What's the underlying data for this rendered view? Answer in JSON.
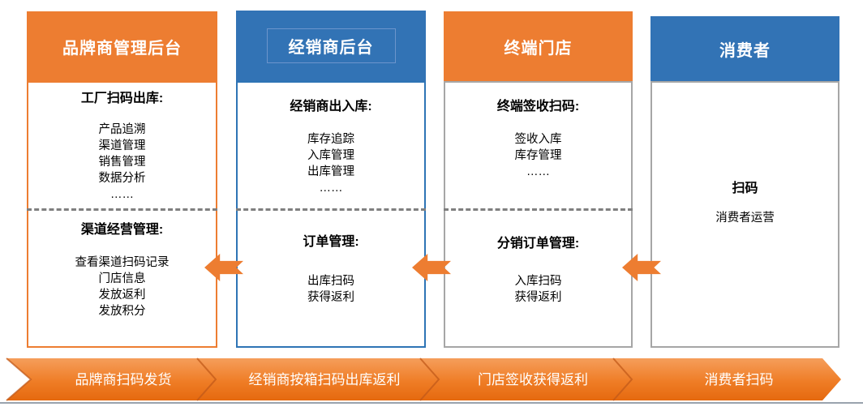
{
  "palette": {
    "orange": "#ED7D31",
    "blue_header": "#3273B5",
    "blue_border": "#2E74B5",
    "gray_border": "#A6A6A6",
    "dashed_divider": "#7F7F7F",
    "banner_gradient_top": "#F59E5B",
    "banner_gradient_bottom": "#E5690F",
    "banner_bevel": "#C1591A",
    "bottom_line": "#99A3AD"
  },
  "columns": [
    {
      "header": "品牌商管理后台",
      "sections": [
        {
          "title": "工厂扫码出库:",
          "items": [
            "产品追溯",
            "渠道管理",
            "销售管理",
            "数据分析",
            "……"
          ]
        },
        {
          "title": "渠道经营管理:",
          "items": [
            "查看渠道扫码记录",
            "门店信息",
            "发放返利",
            "发放积分"
          ]
        }
      ]
    },
    {
      "header": "经销商后台",
      "sections": [
        {
          "title": "经销商出入库:",
          "items": [
            "库存追踪",
            "入库管理",
            "出库管理",
            "……"
          ]
        },
        {
          "title": "订单管理:",
          "items": [
            "出库扫码",
            "获得返利"
          ]
        }
      ]
    },
    {
      "header": "终端门店",
      "sections": [
        {
          "title": "终端签收扫码:",
          "items": [
            "签收入库",
            "库存管理",
            "……"
          ]
        },
        {
          "title": "分销订单管理:",
          "items": [
            "入库扫码",
            "获得返利"
          ]
        }
      ]
    },
    {
      "header": "消费者",
      "highlight": "扫码",
      "note": "消费者运营"
    }
  ],
  "banner": {
    "segments": [
      "品牌商扫码发货",
      "经销商按箱扫码出库返利",
      "门店签收获得返利",
      "消费者扫码"
    ]
  }
}
